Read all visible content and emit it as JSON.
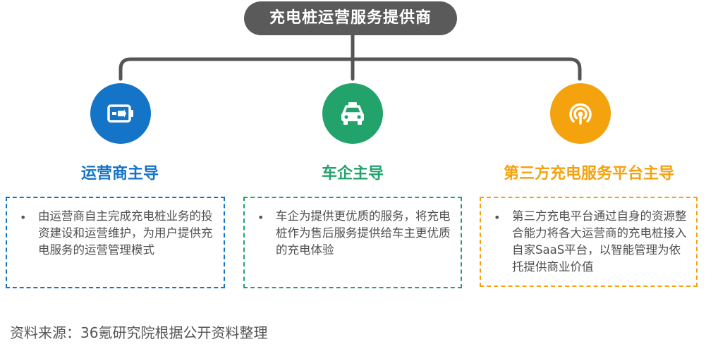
{
  "root": {
    "label": "充电桩运营服务提供商"
  },
  "colors": {
    "root": "#5a5a5a",
    "operator": "#1474c8",
    "automaker": "#22a36b",
    "third_party": "#f5a20f",
    "connector": "#555555"
  },
  "branches": [
    {
      "icon": "battery-charging-icon",
      "title": "运营商主导",
      "bullet": "•",
      "description": "由运营商自主完成充电桩业务的投资建设和运营维护，为用户提供充电服务的运营管理模式"
    },
    {
      "icon": "car-icon",
      "title": "车企主导",
      "bullet": "•",
      "description": "车企为提供更优质的服务，将充电桩作为售后服务提供给车主更优质的充电体验"
    },
    {
      "icon": "signal-broadcast-icon",
      "title": "第三方充电服务平台主导",
      "bullet": "•",
      "description": "第三方充电平台通过自身的资源整合能力将各大运营商的充电桩接入自家SaaS平台，以智能管理为依托提供商业价值"
    }
  ],
  "source": "资料来源：36氪研究院根据公开资料整理"
}
